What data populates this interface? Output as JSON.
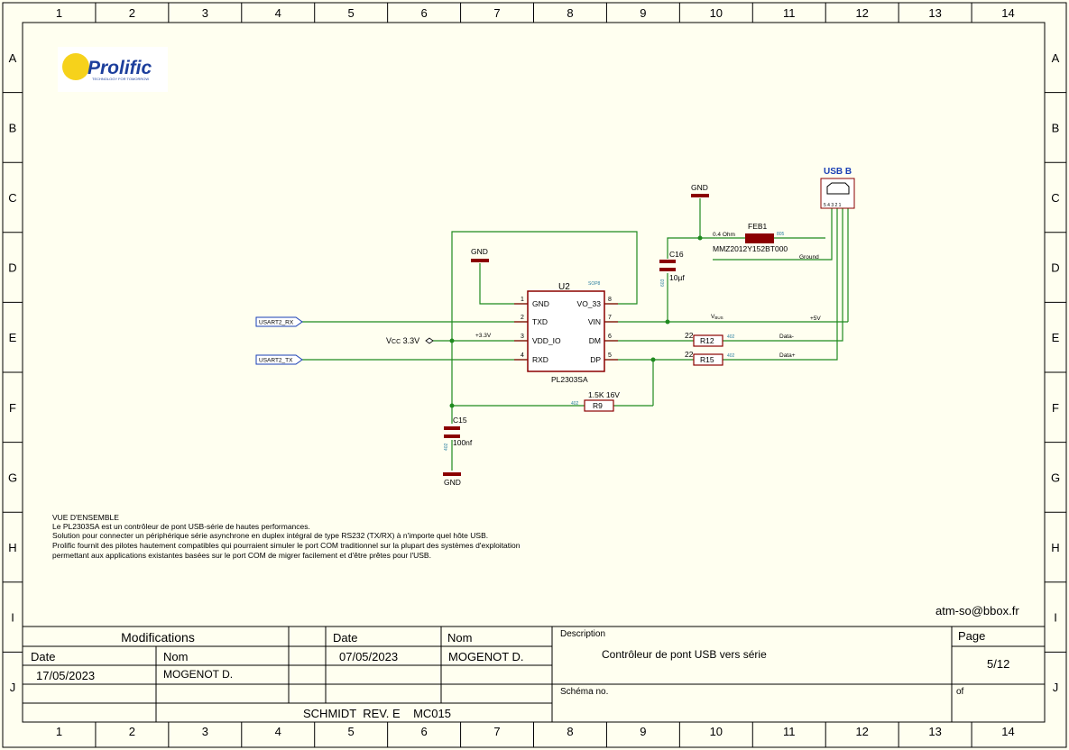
{
  "frame": {
    "columns": [
      "1",
      "2",
      "3",
      "4",
      "5",
      "6",
      "7",
      "8",
      "9",
      "10",
      "11",
      "12",
      "13",
      "14"
    ],
    "rows": [
      "A",
      "B",
      "C",
      "D",
      "E",
      "F",
      "G",
      "H",
      "I",
      "J"
    ]
  },
  "logo": {
    "text": "Prolific",
    "tagline": "TECHNOLOGY FOR TOMORROW"
  },
  "schematic": {
    "connector": {
      "title": "USB B",
      "pins": "5 4 3 2 1"
    },
    "ic": {
      "ref": "U2",
      "package": "SOP8",
      "part": "PL2303SA",
      "pins_left": [
        {
          "num": "1",
          "name": "GND"
        },
        {
          "num": "2",
          "name": "TXD"
        },
        {
          "num": "3",
          "name": "VDD_IO"
        },
        {
          "num": "4",
          "name": "RXD"
        }
      ],
      "pins_right": [
        {
          "num": "8",
          "name": "VO_33"
        },
        {
          "num": "7",
          "name": "VIN"
        },
        {
          "num": "6",
          "name": "DM"
        },
        {
          "num": "5",
          "name": "DP"
        }
      ]
    },
    "gnd_labels": [
      "GND",
      "GND",
      "GND"
    ],
    "ferrite": {
      "ref": "FEB1",
      "package": "805",
      "part": "MMZ2012Y152BT000",
      "value": "0.4 Ohm"
    },
    "c16": {
      "ref": "C16",
      "value": "10µf",
      "package": "603"
    },
    "c15": {
      "ref": "C15",
      "value": "100nf",
      "package": "402"
    },
    "r12": {
      "ref": "R12",
      "value": "22",
      "package": "402"
    },
    "r15": {
      "ref": "R15",
      "value": "22",
      "package": "402"
    },
    "r9": {
      "ref": "R9",
      "value": "1.5K 16V",
      "package": "402"
    },
    "nets": {
      "ground": "Ground",
      "vbus": "V",
      "vbus_sub": "BUS",
      "plus5v": "+5V",
      "data_minus": "Data-",
      "data_plus": "Data+",
      "plus33v": "+3.3V",
      "vcc": "V",
      "vcc_sub": "CC",
      "vcc_val": " 3.3V",
      "usart_rx": "USART2_RX",
      "usart_tx": "USART2_TX"
    }
  },
  "overview": {
    "title": "VUE D'ENSEMBLE",
    "lines": [
      "Le PL2303SA est un contrôleur de pont USB-série de hautes performances.",
      "Solution pour connecter un périphérique série asynchrone en duplex intégral de type RS232 (TX/RX) à n'importe quel hôte USB.",
      "Prolific fournit des pilotes hautement compatibles qui pourraient simuler le port COM traditionnel sur la plupart des systèmes d'exploitation",
      "permettant aux applications existantes basées sur le port COM de migrer facilement et d'être prêtes pour l'USB."
    ]
  },
  "email": "atm-so@bbox.fr",
  "title_block": {
    "modifications_label": "Modifications",
    "date_label": "Date",
    "nom_label": "Nom",
    "mod_date_label": "Date",
    "mod_nom_label": "Nom",
    "top_date": "07/05/2023",
    "top_nom": "MOGENOT D.",
    "mod_date": "17/05/2023",
    "mod_nom": "MOGENOT D.",
    "description_label": "Description",
    "description": "Contrôleur de pont USB vers série",
    "schema_label": "Schéma no.",
    "page_label": "Page",
    "page_value": "5/12",
    "of_label": "of",
    "project": "SCHMIDT  REV. E    MC015"
  }
}
